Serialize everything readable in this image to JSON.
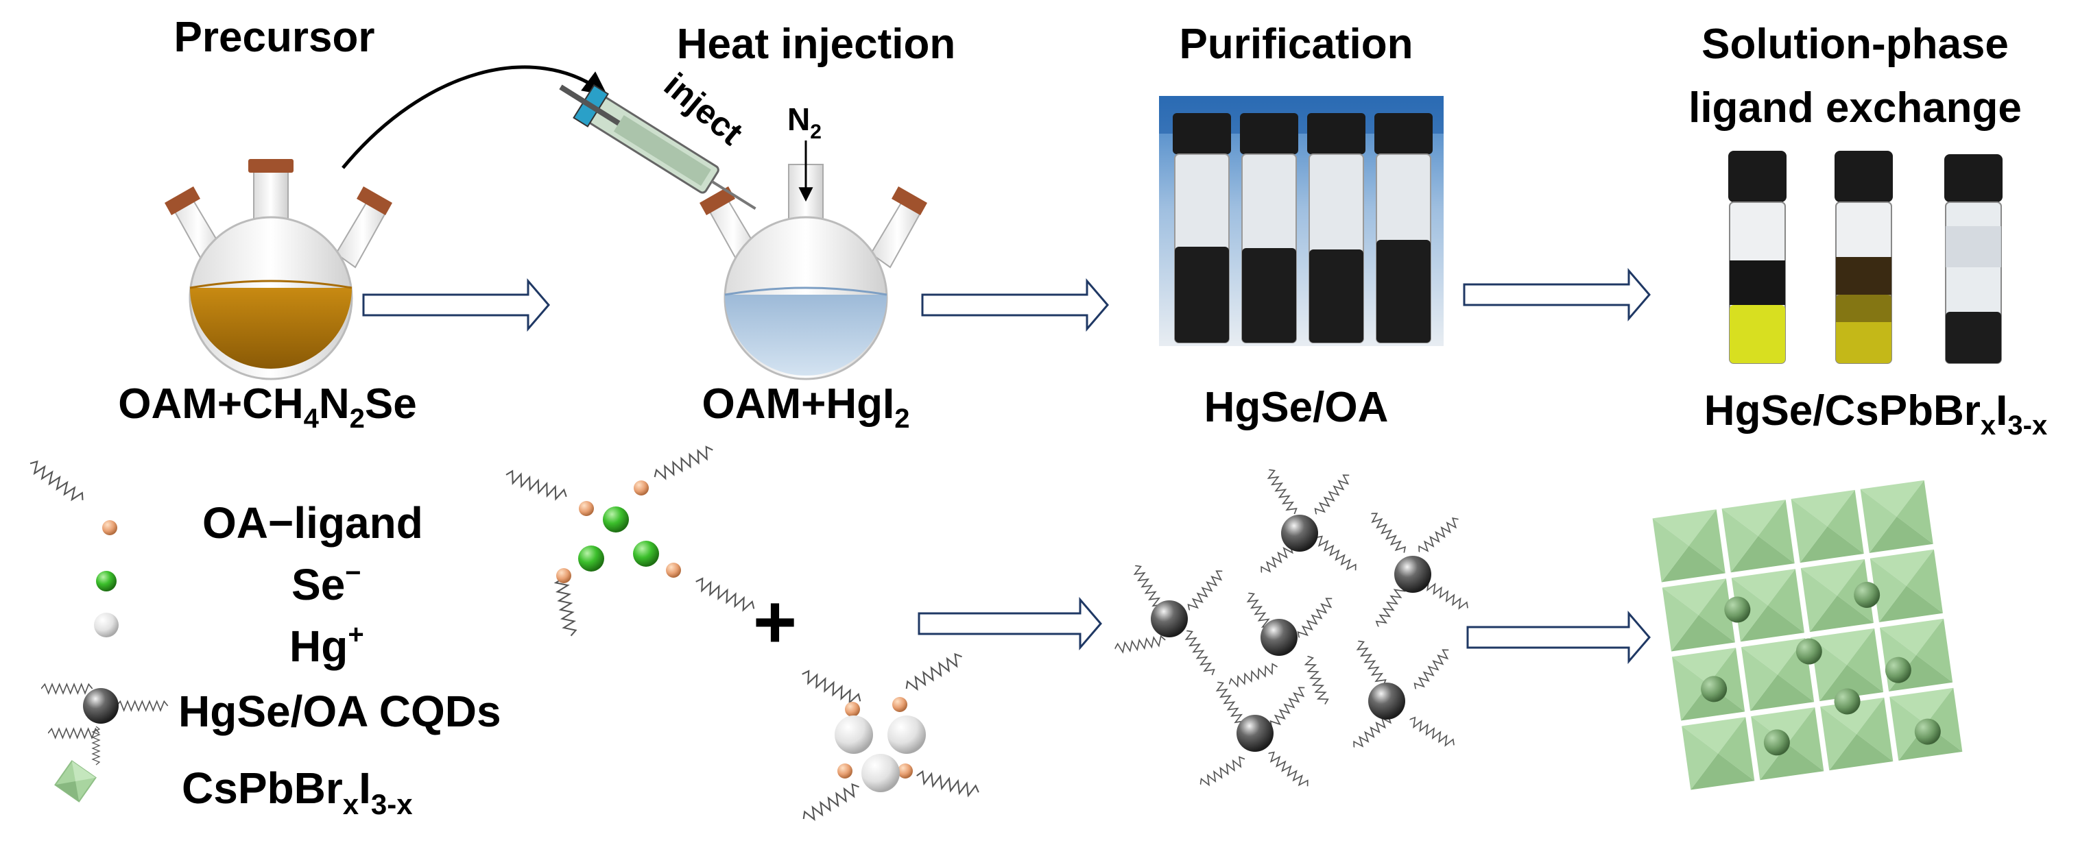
{
  "stages": [
    {
      "title_line1": "Precursor",
      "title_line2": "",
      "caption_main": "OAM+CH",
      "caption_sub1": "4",
      "caption_mid": "N",
      "caption_sub2": "2",
      "caption_tail": "Se"
    },
    {
      "title_line1": "Heat injection",
      "title_line2": "",
      "caption_main": "OAM+HgI",
      "caption_sub1": "2"
    },
    {
      "title_line1": "Purification",
      "title_line2": "",
      "caption_main": "HgSe/OA"
    },
    {
      "title_line1": "Solution-phase",
      "title_line2": "ligand exchange",
      "caption_main": "HgSe/CsPbBr",
      "caption_sub1": "x",
      "caption_mid": "I",
      "caption_sub2": "3-x"
    }
  ],
  "annotations": {
    "inject": "inject",
    "n2_main": "N",
    "n2_sub": "2",
    "plus": "+"
  },
  "legend": [
    {
      "icon": "oa-ligand-icon",
      "label": "OA−ligand"
    },
    {
      "icon": "se-ion-icon",
      "label": "Se",
      "sup": "−"
    },
    {
      "icon": "hg-ion-icon",
      "label": "Hg",
      "sup": "+"
    },
    {
      "icon": "hgse-cqd-icon",
      "label": "HgSe/OA CQDs"
    },
    {
      "icon": "perovskite-icon",
      "label": "CsPbBr",
      "sub1": "x",
      "mid": "I",
      "sub2": "3-x"
    }
  ],
  "colors": {
    "precursor_liquid": "#b8860b",
    "hgi2_liquid": "#a9c4e0",
    "stopper": "#a0522d",
    "arrow_outline": "#1f3864",
    "se_green": "#3cbf2c",
    "oa_head": "#e8a072",
    "hg_white": "#e8e8e8",
    "cqd_gray": "#555555",
    "perovskite_green": "#a9d5a0"
  }
}
